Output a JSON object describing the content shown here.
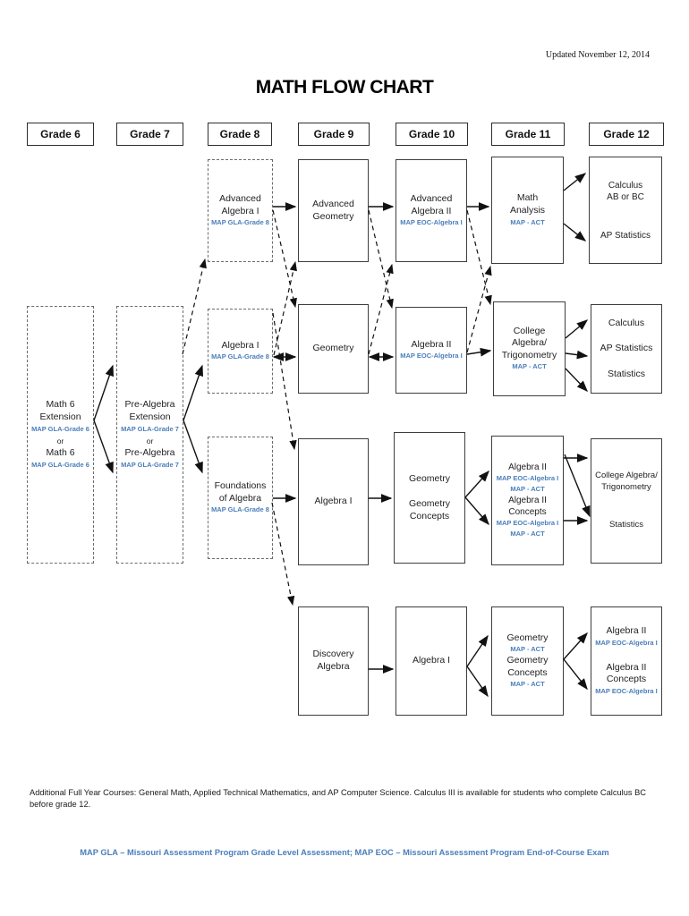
{
  "meta": {
    "updated": "Updated November 12, 2014",
    "title": "MATH FLOW CHART"
  },
  "colors": {
    "map_label_blue": "#4a7ebb",
    "text_black": "#1f1f1f",
    "box_border": "#3d3d3d"
  },
  "grades": [
    "Grade 6",
    "Grade 7",
    "Grade 8",
    "Grade 9",
    "Grade 10",
    "Grade 11",
    "Grade 12"
  ],
  "boxes": {
    "math6": {
      "lines": [
        {
          "t": "Math 6",
          "s": "c"
        },
        {
          "t": "Extension",
          "s": "c"
        },
        {
          "t": "MAP GLA-Grade 6",
          "s": "m"
        },
        {
          "t": "or",
          "s": "o"
        },
        {
          "t": "Math 6",
          "s": "c"
        },
        {
          "t": "MAP GLA-Grade 6",
          "s": "m"
        }
      ]
    },
    "prealgebra": {
      "lines": [
        {
          "t": "Pre-Algebra",
          "s": "c"
        },
        {
          "t": "Extension",
          "s": "c"
        },
        {
          "t": "MAP GLA-Grade 7",
          "s": "m"
        },
        {
          "t": "or",
          "s": "o"
        },
        {
          "t": "Pre-Algebra",
          "s": "c"
        },
        {
          "t": "MAP GLA-Grade 7",
          "s": "m"
        }
      ]
    },
    "adv_algebra_1": {
      "lines": [
        {
          "t": "Advanced",
          "s": "c"
        },
        {
          "t": "Algebra I",
          "s": "c"
        },
        {
          "t": "MAP GLA-Grade 8",
          "s": "m"
        }
      ]
    },
    "algebra_1_g8": {
      "lines": [
        {
          "t": "Algebra I",
          "s": "c"
        },
        {
          "t": "MAP GLA-Grade 8",
          "s": "m"
        }
      ]
    },
    "foundations": {
      "lines": [
        {
          "t": "Foundations",
          "s": "c"
        },
        {
          "t": "of Algebra",
          "s": "c"
        },
        {
          "t": "MAP GLA-Grade 8",
          "s": "m"
        }
      ]
    },
    "adv_geometry": {
      "lines": [
        {
          "t": "Advanced",
          "s": "c"
        },
        {
          "t": "Geometry",
          "s": "c"
        }
      ]
    },
    "geometry_g9": {
      "lines": [
        {
          "t": "Geometry",
          "s": "c"
        }
      ]
    },
    "algebra_1_g9": {
      "lines": [
        {
          "t": "Algebra I",
          "s": "c"
        }
      ]
    },
    "discovery_algebra": {
      "lines": [
        {
          "t": "Discovery",
          "s": "c"
        },
        {
          "t": "Algebra",
          "s": "c"
        }
      ]
    },
    "adv_algebra_2": {
      "lines": [
        {
          "t": "Advanced",
          "s": "c"
        },
        {
          "t": "Algebra II",
          "s": "c"
        },
        {
          "t": "MAP EOC-Algebra I",
          "s": "m"
        }
      ]
    },
    "algebra_2_g10": {
      "lines": [
        {
          "t": "Algebra II",
          "s": "c"
        },
        {
          "t": "MAP EOC-Algebra I",
          "s": "m"
        }
      ]
    },
    "geometry_concepts_g10": {
      "lines": [
        {
          "t": "Geometry",
          "s": "c"
        },
        {
          "t": "",
          "s": "g"
        },
        {
          "t": "Geometry",
          "s": "c"
        },
        {
          "t": "Concepts",
          "s": "c"
        }
      ]
    },
    "algebra_1_g10": {
      "lines": [
        {
          "t": "Algebra I",
          "s": "c"
        }
      ]
    },
    "math_analysis": {
      "lines": [
        {
          "t": "Math",
          "s": "c"
        },
        {
          "t": "Analysis",
          "s": "c"
        },
        {
          "t": "MAP - ACT",
          "s": "m"
        }
      ]
    },
    "college_alg_trig_g11": {
      "lines": [
        {
          "t": "College",
          "s": "c"
        },
        {
          "t": "Algebra/",
          "s": "c"
        },
        {
          "t": "Trigonometry",
          "s": "c"
        },
        {
          "t": "MAP - ACT",
          "s": "m"
        }
      ]
    },
    "algebra_2_concepts_g11": {
      "lines": [
        {
          "t": "Algebra II",
          "s": "c"
        },
        {
          "t": "MAP EOC-Algebra I",
          "s": "m"
        },
        {
          "t": "MAP - ACT",
          "s": "m"
        },
        {
          "t": "Algebra II",
          "s": "c"
        },
        {
          "t": "Concepts",
          "s": "c"
        },
        {
          "t": "MAP EOC-Algebra I",
          "s": "m"
        },
        {
          "t": "MAP - ACT",
          "s": "m"
        }
      ]
    },
    "geometry_concepts_g11": {
      "lines": [
        {
          "t": "Geometry",
          "s": "c"
        },
        {
          "t": "MAP - ACT",
          "s": "m"
        },
        {
          "t": "Geometry",
          "s": "c"
        },
        {
          "t": "Concepts",
          "s": "c"
        },
        {
          "t": "MAP - ACT",
          "s": "m"
        }
      ]
    },
    "calculus_ap_g12": {
      "lines": [
        {
          "t": "Calculus",
          "s": "c"
        },
        {
          "t": "AB or BC",
          "s": "c"
        },
        {
          "t": "",
          "s": "g"
        },
        {
          "t": "",
          "s": "g"
        },
        {
          "t": "AP Statistics",
          "s": "c"
        }
      ]
    },
    "calc_apstat_stat_g12": {
      "lines": [
        {
          "t": "Calculus",
          "s": "c"
        },
        {
          "t": "",
          "s": "g"
        },
        {
          "t": "AP Statistics",
          "s": "c"
        },
        {
          "t": "",
          "s": "g"
        },
        {
          "t": "Statistics",
          "s": "c"
        }
      ]
    },
    "college_alg_trig_stat_g12": {
      "lines": [
        {
          "t": "College Algebra/",
          "s": "c"
        },
        {
          "t": "Trigonometry",
          "s": "c"
        },
        {
          "t": "",
          "s": "g"
        },
        {
          "t": "",
          "s": "g"
        },
        {
          "t": "Statistics",
          "s": "c"
        }
      ]
    },
    "algebra_2_concepts_g12": {
      "lines": [
        {
          "t": "Algebra II",
          "s": "c"
        },
        {
          "t": "MAP EOC-Algebra I",
          "s": "m"
        },
        {
          "t": "",
          "s": "g"
        },
        {
          "t": "Algebra II",
          "s": "c"
        },
        {
          "t": "Concepts",
          "s": "c"
        },
        {
          "t": "MAP EOC-Algebra I",
          "s": "m"
        }
      ]
    }
  },
  "edges": [
    {
      "from": "math6",
      "to": "prealgebra",
      "style": "solid-fork"
    },
    {
      "from": "prealgebra",
      "to": "algebra_1_g8",
      "style": "solid"
    },
    {
      "from": "prealgebra",
      "to": "foundations",
      "style": "solid"
    },
    {
      "from": "prealgebra",
      "to": "adv_algebra_1",
      "style": "dashed"
    },
    {
      "from": "adv_algebra_1",
      "to": "adv_geometry",
      "style": "solid"
    },
    {
      "from": "adv_algebra_1",
      "to": "geometry_g9",
      "style": "dashed"
    },
    {
      "from": "algebra_1_g8",
      "to": "geometry_g9",
      "style": "double"
    },
    {
      "from": "algebra_1_g8",
      "to": "adv_geometry",
      "style": "dashed"
    },
    {
      "from": "algebra_1_g8",
      "to": "algebra_1_g9",
      "style": "dashed"
    },
    {
      "from": "foundations",
      "to": "algebra_1_g9",
      "style": "solid"
    },
    {
      "from": "foundations",
      "to": "discovery_algebra",
      "style": "dashed"
    },
    {
      "from": "adv_geometry",
      "to": "adv_algebra_2",
      "style": "solid"
    },
    {
      "from": "adv_geometry",
      "to": "algebra_2_g10",
      "style": "dashed"
    },
    {
      "from": "geometry_g9",
      "to": "algebra_2_g10",
      "style": "double"
    },
    {
      "from": "geometry_g9",
      "to": "adv_algebra_2",
      "style": "dashed"
    },
    {
      "from": "algebra_1_g9",
      "to": "geometry_concepts_g10",
      "style": "solid"
    },
    {
      "from": "discovery_algebra",
      "to": "algebra_1_g10",
      "style": "solid"
    },
    {
      "from": "adv_algebra_2",
      "to": "math_analysis",
      "style": "solid"
    },
    {
      "from": "adv_algebra_2",
      "to": "college_alg_trig_g11",
      "style": "dashed"
    },
    {
      "from": "algebra_2_g10",
      "to": "college_alg_trig_g11",
      "style": "solid"
    },
    {
      "from": "algebra_2_g10",
      "to": "math_analysis",
      "style": "dashed"
    },
    {
      "from": "geometry_concepts_g10",
      "to": "algebra_2_concepts_g11",
      "style": "solid-fork"
    },
    {
      "from": "algebra_1_g10",
      "to": "geometry_concepts_g11",
      "style": "solid-fork"
    },
    {
      "from": "math_analysis",
      "to": "calculus_ap_g12",
      "style": "solid-fork"
    },
    {
      "from": "college_alg_trig_g11",
      "to": "calc_apstat_stat_g12",
      "style": "solid-fan-3"
    },
    {
      "from": "algebra_2_concepts_g11",
      "to": "college_alg_trig_stat_g12",
      "style": "solid-fan-3"
    },
    {
      "from": "geometry_concepts_g11",
      "to": "algebra_2_concepts_g12",
      "style": "solid-fork"
    }
  ],
  "notes": {
    "additional": "Additional Full Year Courses:  General Math, Applied Technical Mathematics, and AP Computer Science.  Calculus III is available for students who complete Calculus BC before grade 12.",
    "legend": "MAP GLA – Missouri Assessment Program Grade Level Assessment;  MAP EOC – Missouri Assessment Program End-of-Course Exam"
  }
}
